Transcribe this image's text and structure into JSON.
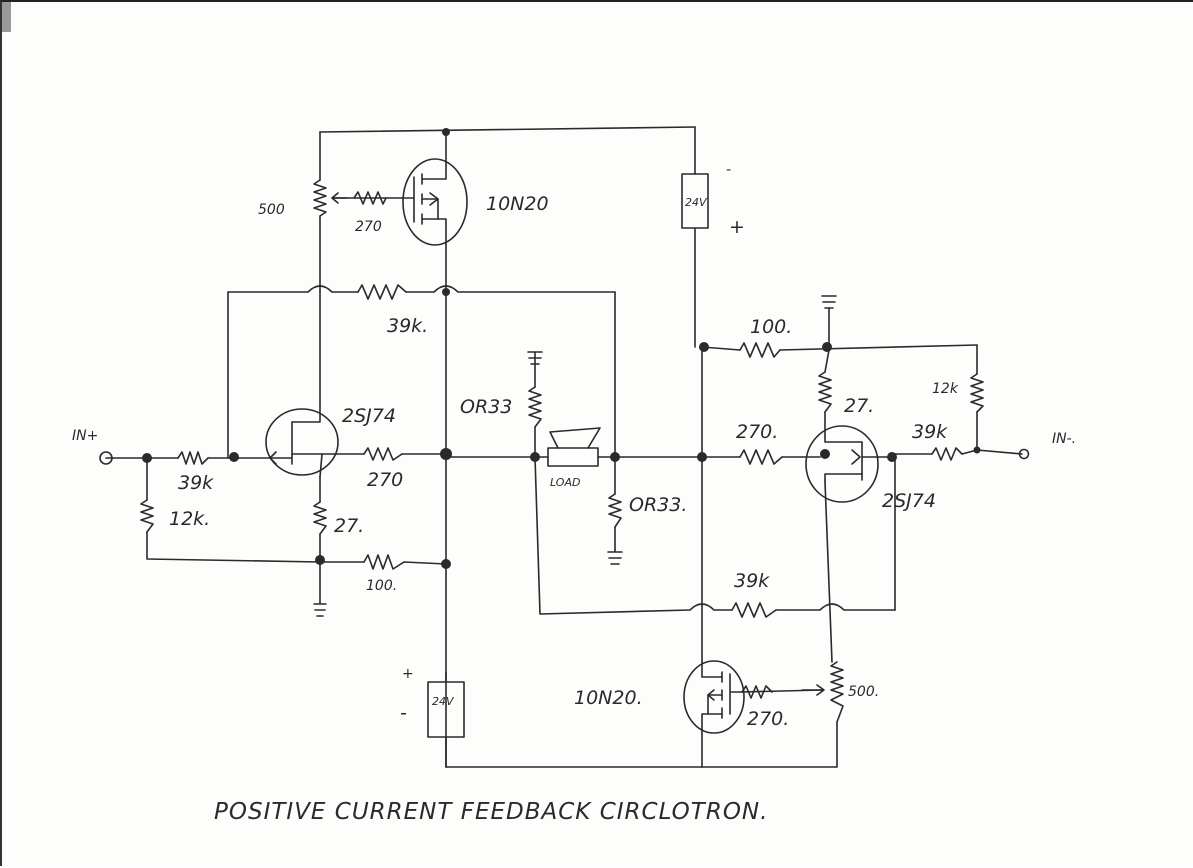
{
  "title": "POSITIVE CURRENT FEEDBACK CIRCLOTRON.",
  "terminals": {
    "in_plus": "IN+",
    "in_minus": "IN-."
  },
  "resistors": {
    "r_500_top": "500",
    "r_270_gate_top": "270",
    "r_39k_top": "39k.",
    "r_39k_in": "39k",
    "r_12k_in": "12k.",
    "r_270_left_drain": "270",
    "r_27_left": "27.",
    "r_100_left": "100.",
    "r_0r33_top": "OR33",
    "r_0r33_bottom": "OR33.",
    "r_100_right": "100.",
    "r_27_right": "27.",
    "r_12k_right": "12k",
    "r_270_right_drain": "270.",
    "r_39k_out": "39k",
    "r_39k_bottom": "39k",
    "r_500_bottom": "500.",
    "r_270_gate_bottom": "270."
  },
  "devices": {
    "mosfet_top": "10N20",
    "mosfet_bottom": "10N20.",
    "jfet_left": "2SJ74",
    "jfet_right": "2SJ74",
    "load": "LOAD"
  },
  "supplies": {
    "top": "24V",
    "top_minus": "-",
    "top_plus": "+",
    "bottom": "24V",
    "bottom_plus": "+",
    "bottom_minus": "-"
  }
}
